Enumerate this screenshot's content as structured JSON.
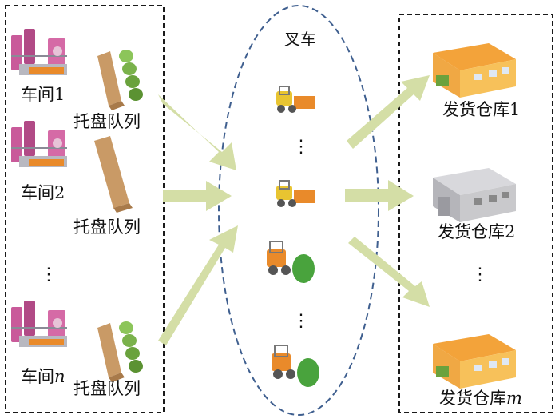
{
  "workshops": [
    {
      "label": "车间1",
      "queue_label": "托盘队列"
    },
    {
      "label": "车间2",
      "queue_label": "托盘队列"
    },
    {
      "label": "车间",
      "label_italic": "n",
      "queue_label": "托盘队列"
    }
  ],
  "forklift_pool": {
    "title": "叉车",
    "ellipsis": "⋮"
  },
  "warehouses": [
    {
      "label": "发货仓库1"
    },
    {
      "label": "发货仓库2"
    },
    {
      "label": "发货仓库",
      "label_italic": "m"
    }
  ],
  "ellipsis": "⋮",
  "colors": {
    "arrow": "#d4dea6",
    "dash_border": "#1a1a1a",
    "ellipse_border": "#3f5f8f",
    "warehouse_roof": "#f3a33a",
    "warehouse_wall": "#f7c15a",
    "warehouse_gray": "#c9c9cc",
    "pallet": "#c99a66",
    "pallet_green": "#7ab24b",
    "machine_pink": "#c95a9a",
    "forklift_yellow": "#e8c431",
    "forklift_orange": "#e98a2a",
    "forklift_green": "#49a33d"
  }
}
